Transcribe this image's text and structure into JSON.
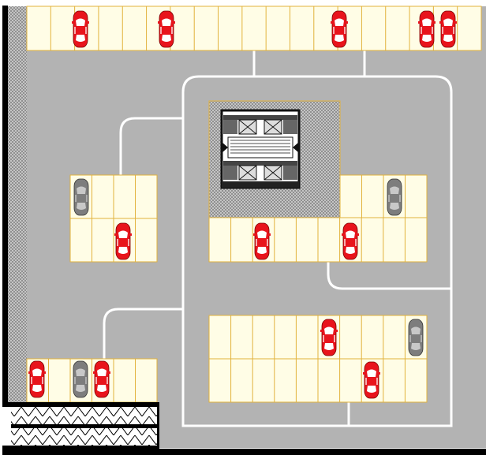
{
  "colors": {
    "background": "#ffffff",
    "asphalt": "#b3b3b3",
    "stall_fill": "#fffde6",
    "stall_line": "#e2b23c",
    "lane_marking": "#ffffff",
    "wall": "#000000",
    "hatch": "#9a9a9a",
    "car_red": "#e8141c",
    "car_gray": "#7d7d7d",
    "core_dark": "#1a1a1a"
  },
  "legend": {
    "symbols": [
      "car-red-icon",
      "car-gray-icon",
      "elevator-core-icon",
      "ramp-icon"
    ]
  },
  "parking": {
    "stall_blocks": [
      {
        "id": "top-row",
        "stalls": 19,
        "red_cars": 5,
        "gray_cars": 0
      },
      {
        "id": "left-island",
        "stalls": 8,
        "red_cars": 1,
        "gray_cars": 1
      },
      {
        "id": "core-island",
        "stalls": 14,
        "red_cars": 2,
        "gray_cars": 1
      },
      {
        "id": "lower-right-island",
        "stalls": 20,
        "red_cars": 2,
        "gray_cars": 1
      },
      {
        "id": "lower-left-row",
        "stalls": 6,
        "red_cars": 2,
        "gray_cars": 1
      }
    ]
  }
}
